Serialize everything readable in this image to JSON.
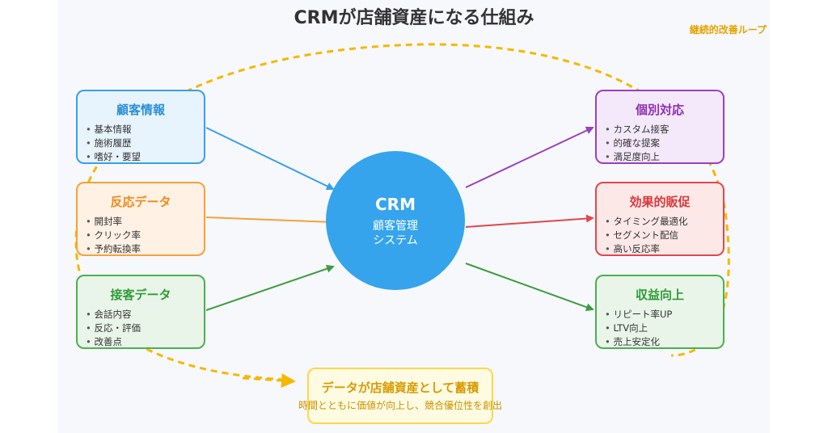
{
  "title": "CRMが店舗資産になる仕組み",
  "loop_label": "継続的改善ループ",
  "center": {
    "title": "CRM",
    "line1": "顧客管理",
    "line2": "システム"
  },
  "inputs": [
    {
      "title": "顧客情報",
      "items": [
        "基本情報",
        "施術履歴",
        "嗜好・要望"
      ]
    },
    {
      "title": "反応データ",
      "items": [
        "開封率",
        "クリック率",
        "予約転換率"
      ]
    },
    {
      "title": "接客データ",
      "items": [
        "会話内容",
        "反応・評価",
        "改善点"
      ]
    }
  ],
  "outputs": [
    {
      "title": "個別対応",
      "items": [
        "カスタム接客",
        "的確な提案",
        "満足度向上"
      ]
    },
    {
      "title": "効果的販促",
      "items": [
        "タイミング最適化",
        "セグメント配信",
        "高い反応率"
      ]
    },
    {
      "title": "収益向上",
      "items": [
        "リピート率UP",
        "LTV向上",
        "売上安定化"
      ]
    }
  ],
  "accumulation": {
    "title": "データが店舗資産として蓄積",
    "subtitle": "時間とともに価値が向上し、競合優位性を創出"
  },
  "colors": {
    "blue": "#3aa0e6",
    "orange": "#f5a13a",
    "green": "#4caf50",
    "purple": "#9c3fc0",
    "red": "#e2474b",
    "loop": "#f5b800",
    "center": "#35a4ec"
  }
}
